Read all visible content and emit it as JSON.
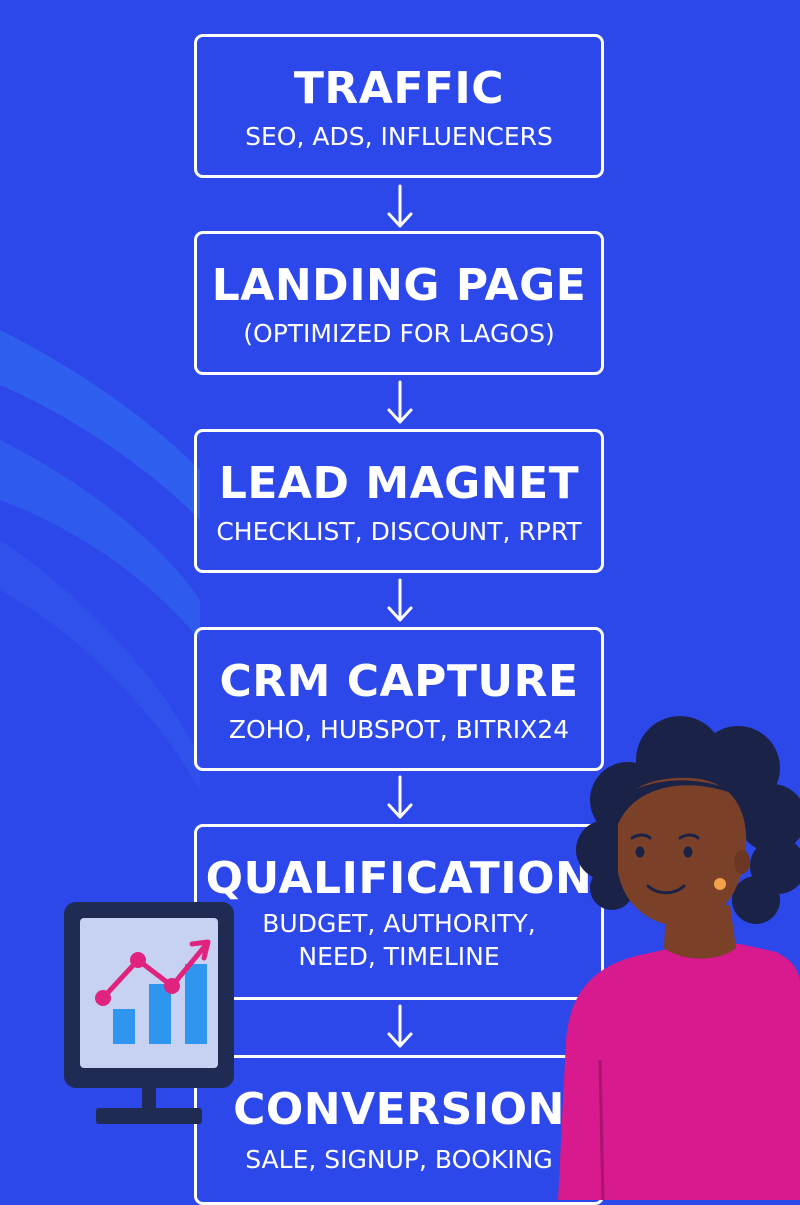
{
  "steps": [
    {
      "title": "TRAFFIC",
      "subtitle": "SEO, ADS, INFLUENCERS"
    },
    {
      "title": "LANDING PAGE",
      "subtitle": "(OPTIMIZED FOR LAGOS)"
    },
    {
      "title": "LEAD MAGNET",
      "subtitle": "CHECKLIST, DISCOUNT, RPRT"
    },
    {
      "title": "CRM CAPTURE",
      "subtitle": "ZOHO, HUBSPOT, BITRIX24"
    },
    {
      "title": "QUALIFICATION",
      "subtitle_lines": [
        "BUDGET, AUTHORITY,",
        "NEED, TIMELINE"
      ]
    },
    {
      "title": "CONVERSION",
      "subtitle": "SALE, SIGNUP, BOOKING"
    }
  ],
  "colors": {
    "background": "#2c47ea",
    "box_border": "#ffffff",
    "text": "#ffffff",
    "monitor_frame": "#1f2b52",
    "chart_accent": "#e0247e",
    "bar_fill": "#2f96f0",
    "shirt": "#d81a8e",
    "skin": "#7a4128",
    "hair": "#1b2248"
  },
  "illustration": {
    "monitor_chart_bars": [
      0.35,
      0.6,
      0.8
    ],
    "icons": [
      "monitor-chart-icon",
      "woman-figure-icon"
    ]
  }
}
